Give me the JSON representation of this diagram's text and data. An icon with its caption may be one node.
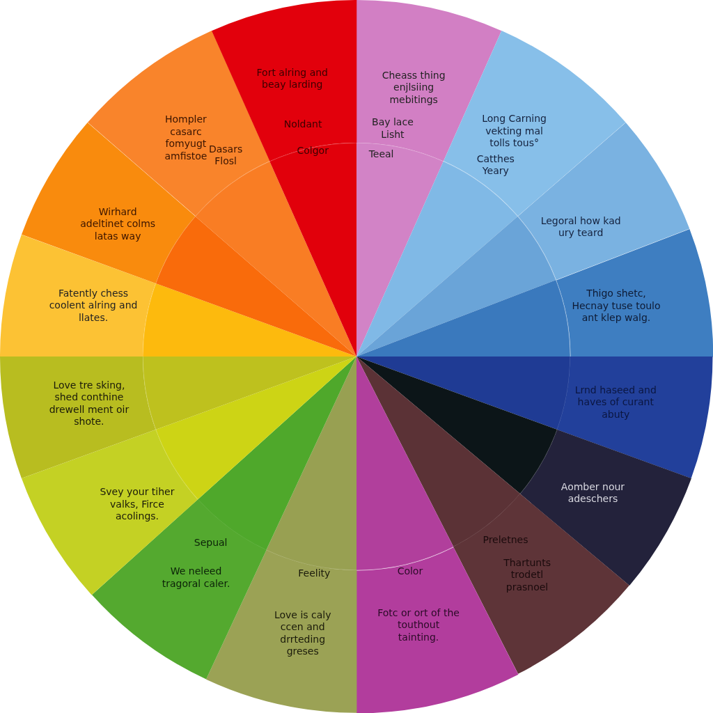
{
  "diagram": {
    "nodes": [
      {
        "text": [
          "Cheass thing enjlsiing mebitings",
          "Bay lace Lisht",
          "Teeal"
        ]
      },
      {
        "text": [
          "Long Carning vekting mal tolls tous°",
          "Catthes Yeary"
        ]
      },
      {
        "text": [
          "Legoral how kad ury teard"
        ]
      },
      {
        "text": [
          "Thigo shetc, Hecnay tuse toulo ant klep walg."
        ]
      },
      {
        "text": [
          "Lrnd haseed and haves of curant abuty"
        ]
      },
      {
        "text": [
          "Aomber nour adeschers"
        ]
      },
      {
        "text": [
          "Preletnes",
          "Thartunts trodetl prasnoel"
        ]
      },
      {
        "text": [
          "Color",
          "Fotc or ort of the touthout tainting."
        ]
      },
      {
        "text": [
          "Feelity",
          "Love is caly ccen and drrteding greses"
        ]
      },
      {
        "text": [
          "Sepual",
          "We neleed tragoral caler."
        ]
      },
      {
        "text": [
          "Svey your tiher valks, Firce acolings."
        ]
      },
      {
        "text": [
          "Love tre sking, shed conthine drewell ment oir shote."
        ]
      },
      {
        "text": [
          "Fatently chess coolent alring and llates."
        ]
      },
      {
        "text": [
          "Wirhard adeltinet colms latas way"
        ]
      },
      {
        "text": [
          "Hompler casarc fomyugt amfistoe",
          "Dasars Flosl"
        ]
      },
      {
        "text": [
          "Fort alring and beay larding",
          "Noldant",
          "Colgor"
        ]
      }
    ]
  }
}
